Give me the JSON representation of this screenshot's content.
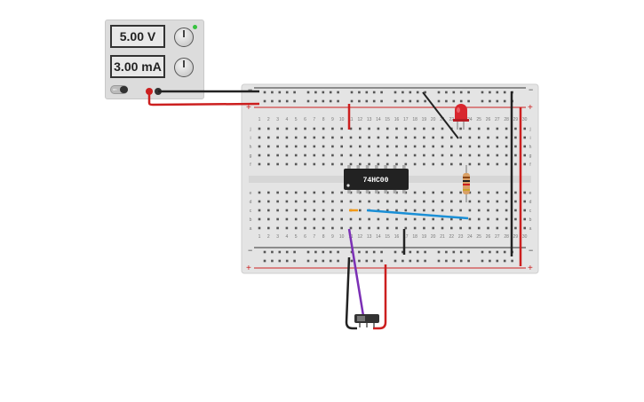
{
  "power_supply": {
    "voltage": "5.00 V",
    "current": "3.00 mA",
    "switch_label": "on"
  },
  "ic": {
    "label": "74HC00"
  },
  "breadboard": {
    "row_letters_top": [
      "j",
      "i",
      "h",
      "g",
      "f"
    ],
    "row_letters_bottom": [
      "e",
      "d",
      "c",
      "b",
      "a"
    ],
    "column_numbers": [
      1,
      2,
      3,
      4,
      5,
      6,
      7,
      8,
      9,
      10,
      11,
      12,
      13,
      14,
      15,
      16,
      17,
      18,
      19,
      20,
      21,
      22,
      23,
      24,
      25,
      26,
      27,
      28,
      29,
      30
    ],
    "rail_plus": "+",
    "rail_minus": "−"
  },
  "colors": {
    "wire_black": "#222222",
    "wire_red": "#cc1f1f",
    "wire_blue": "#1a8fd6",
    "wire_purple": "#7b2fb5",
    "wire_orange": "#f29a18",
    "led_red": "#d8262e"
  }
}
